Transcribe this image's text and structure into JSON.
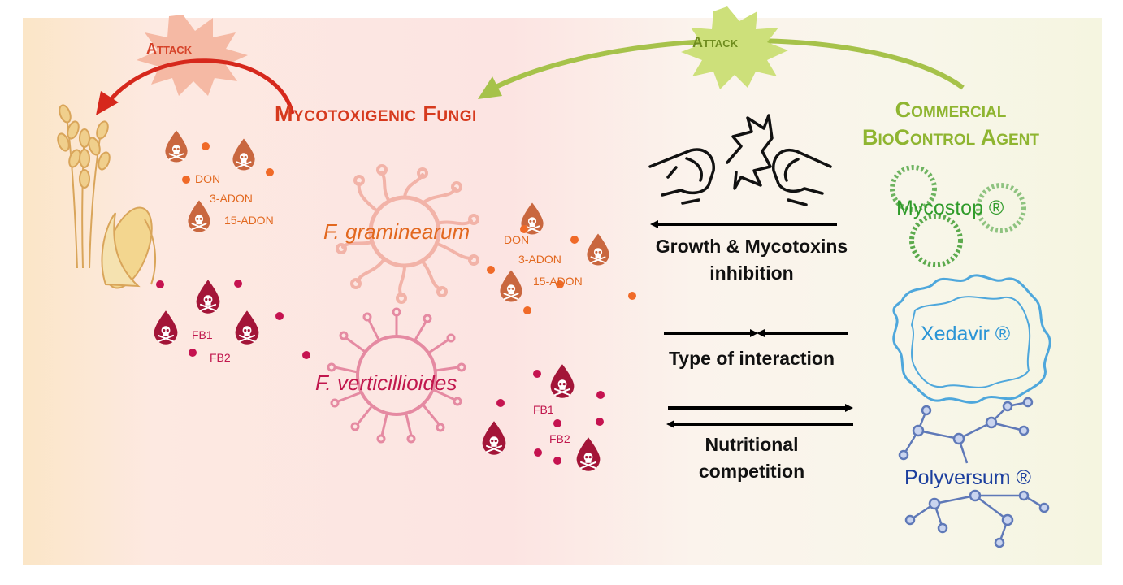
{
  "titles": {
    "fungi": "Mycotoxigenic Fungi",
    "bca_line1": "Commercial",
    "bca_line2": "BioControl Agent"
  },
  "attack_labels": {
    "red": "Attack",
    "green": "Attack"
  },
  "fungi": {
    "graminearum": {
      "name": "F. graminearum",
      "toxins": [
        "DON",
        "3-ADON",
        "15-ADON"
      ]
    },
    "verticillioides": {
      "name": "F. verticillioides",
      "toxins": [
        "FB1",
        "FB2"
      ]
    }
  },
  "crop_toxins": {
    "orange": [
      "DON",
      "3-ADON",
      "15-ADON"
    ],
    "red": [
      "FB1",
      "FB2"
    ]
  },
  "interactions": [
    {
      "line1": "Growth & Mycotoxins",
      "line2": "inhibition"
    },
    {
      "line1": "Type of interaction",
      "line2": ""
    },
    {
      "line1": "Nutritional",
      "line2": "competition"
    }
  ],
  "biocontrol_agents": [
    "Mycostop ®",
    "Xedavir ®",
    "Polyversum ®"
  ],
  "colors": {
    "fungi_title": "#d63a1e",
    "bca_title": "#8fb531",
    "graminearum": "#e2681f",
    "verticillioides": "#c1174d",
    "mycostop": "#2f9b2a",
    "xedavir": "#2b95d6",
    "polyversum": "#1c3f9e",
    "attack_red_arrow": "#d6281c",
    "attack_green_arrow": "#a6c24a"
  },
  "icons": [
    "wheat-icon",
    "corn-icon",
    "skull-drop-icon",
    "fist-bump-icon",
    "fungus-icon"
  ]
}
